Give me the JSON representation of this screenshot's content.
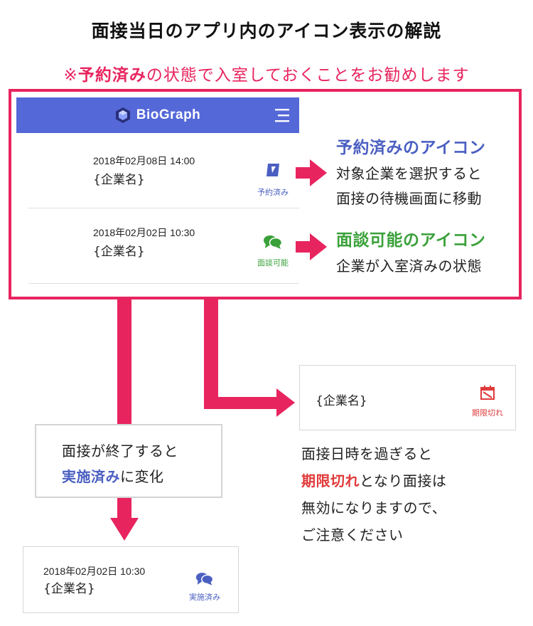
{
  "title": "面接当日のアプリ内のアイコン表示の解説",
  "note": {
    "prefix": "※",
    "highlight": "予約済み",
    "suffix": "の状態で入室しておくことをお勧めします"
  },
  "app": {
    "logo": "BioGraph",
    "rows": [
      {
        "date": "2018年02月08日 14:00",
        "company": "{企業名}",
        "status": "予約済み"
      },
      {
        "date": "2018年02月02日 10:30",
        "company": "{企業名}",
        "status": "面談可能"
      }
    ]
  },
  "explanations": [
    {
      "title": "予約済みのアイコン",
      "lines": [
        "対象企業を選択すると",
        "面接の待機画面に移動"
      ]
    },
    {
      "title": "面談可能のアイコン",
      "lines": [
        "企業が入室済みの状態"
      ]
    }
  ],
  "expired_card": {
    "company": "{企業名}",
    "status": "期限切れ"
  },
  "expired_text": {
    "line1": "面接日時を過ぎると",
    "highlight": "期限切れ",
    "line2_rest": "となり面接は",
    "line3": "無効になりますので、",
    "line4": "ご注意ください"
  },
  "finished_box": {
    "line1": "面接が終了すると",
    "highlight": "実施済み",
    "line2_rest": "に変化"
  },
  "finished_card": {
    "date": "2018年02月02日 10:30",
    "company": "{企業名}",
    "status": "実施済み"
  },
  "colors": {
    "accent_pink": "#e8245f",
    "brand_blue": "#5468d8",
    "reserved_blue": "#4a5fc1",
    "available_green": "#3aa13a",
    "expired_red": "#e03a3a"
  }
}
